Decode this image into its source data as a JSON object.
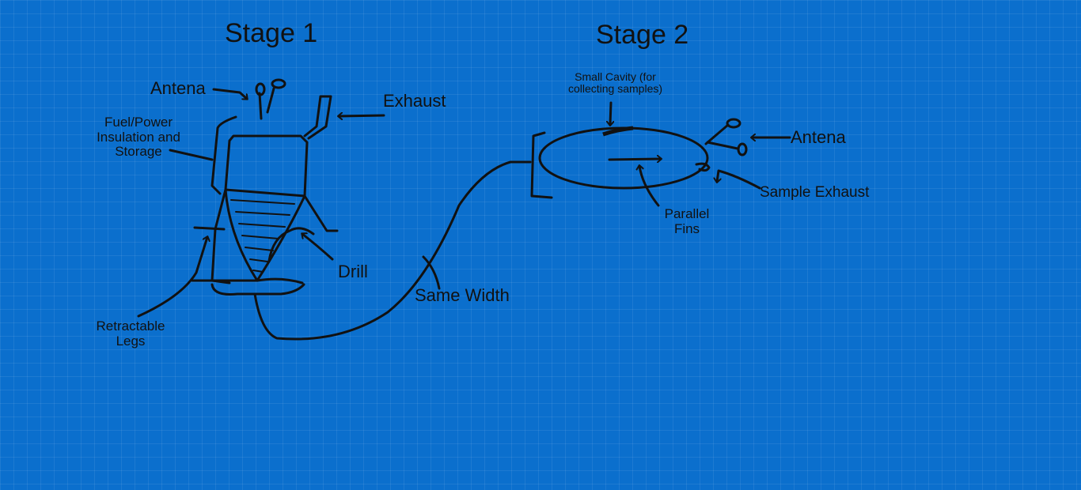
{
  "stage1": {
    "title": "Stage 1",
    "labels": {
      "antena": "Antena",
      "exhaust": "Exhaust",
      "fuel_line1": "Fuel/Power",
      "fuel_line2": "Insulation and",
      "fuel_line3": "Storage",
      "drill": "Drill",
      "legs_line1": "Retractable",
      "legs_line2": "Legs"
    }
  },
  "stage2": {
    "title": "Stage 2",
    "labels": {
      "cavity_line1": "Small Cavity (for",
      "cavity_line2": "collecting samples)",
      "antena": "Antena",
      "sample_exhaust": "Sample Exhaust",
      "fins_line1": "Parallel",
      "fins_line2": "Fins"
    }
  },
  "connector": {
    "label": "Same Width"
  },
  "colors": {
    "background": "#0b6fcd",
    "ink": "#111111"
  }
}
